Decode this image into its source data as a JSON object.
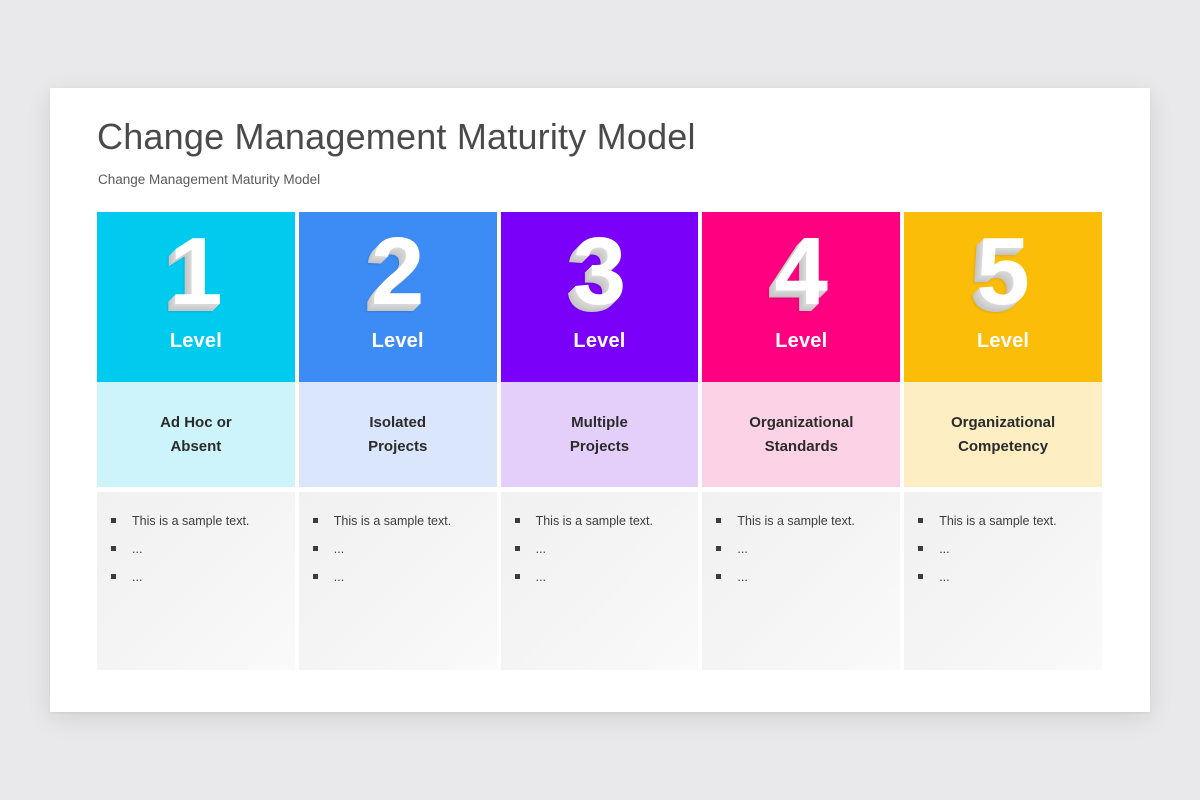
{
  "slide": {
    "title": "Change Management Maturity Model",
    "subtitle": "Change Management Maturity Model"
  },
  "columns": [
    {
      "number": "1",
      "level_label": "Level",
      "stage": "Ad Hoc or\nAbsent",
      "header_color": "#00cbef",
      "band_color": "#cdf4fb",
      "bullets": [
        "This is a sample text.",
        "...",
        "..."
      ]
    },
    {
      "number": "2",
      "level_label": "Level",
      "stage": "Isolated\nProjects",
      "header_color": "#3d8bf5",
      "band_color": "#d9e6fb",
      "bullets": [
        "This is a sample text.",
        "...",
        "..."
      ]
    },
    {
      "number": "3",
      "level_label": "Level",
      "stage": "Multiple\nProjects",
      "header_color": "#7b00fa",
      "band_color": "#e4cffb",
      "bullets": [
        "This is a sample text.",
        "...",
        "..."
      ]
    },
    {
      "number": "4",
      "level_label": "Level",
      "stage": "Organizational\nStandards",
      "header_color": "#ff0080",
      "band_color": "#fcd3e6",
      "bullets": [
        "This is a sample text.",
        "...",
        "..."
      ]
    },
    {
      "number": "5",
      "level_label": "Level",
      "stage": "Organizational\nCompetency",
      "header_color": "#fbbd08",
      "band_color": "#fdeec4",
      "bullets": [
        "This is a sample text.",
        "...",
        "..."
      ]
    }
  ]
}
